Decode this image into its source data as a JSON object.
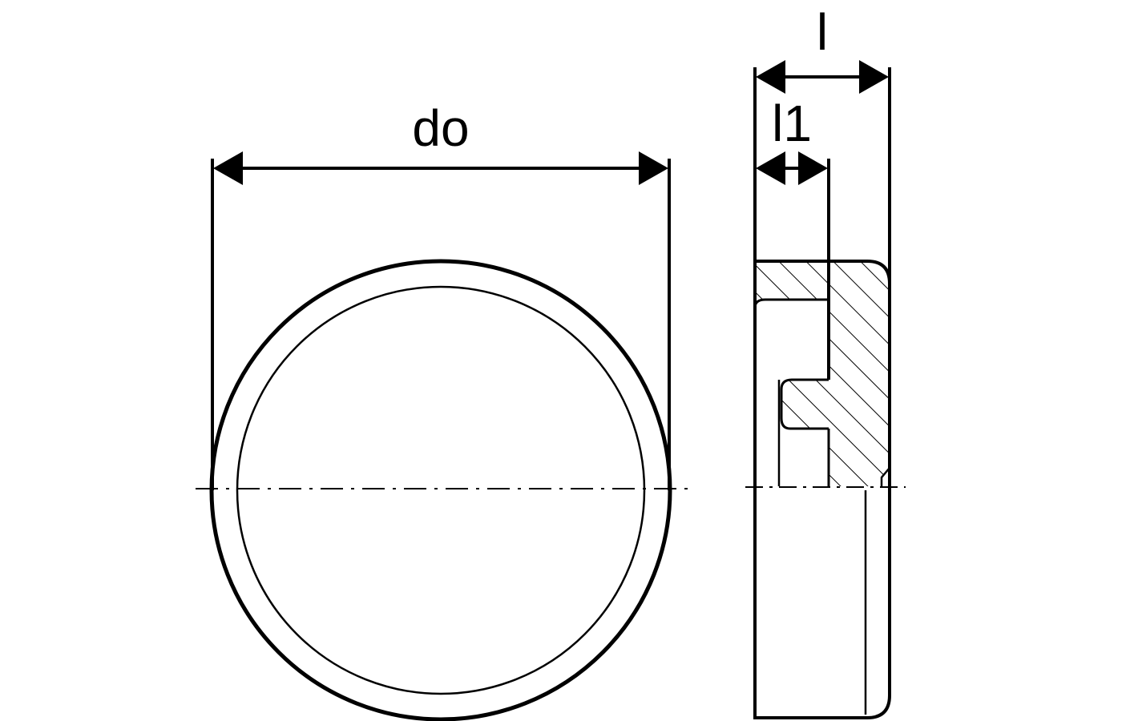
{
  "labels": {
    "outer_diameter": "do",
    "length": "l",
    "length_1": "l1"
  },
  "colors": {
    "line": "#000000",
    "background": "#ffffff"
  }
}
